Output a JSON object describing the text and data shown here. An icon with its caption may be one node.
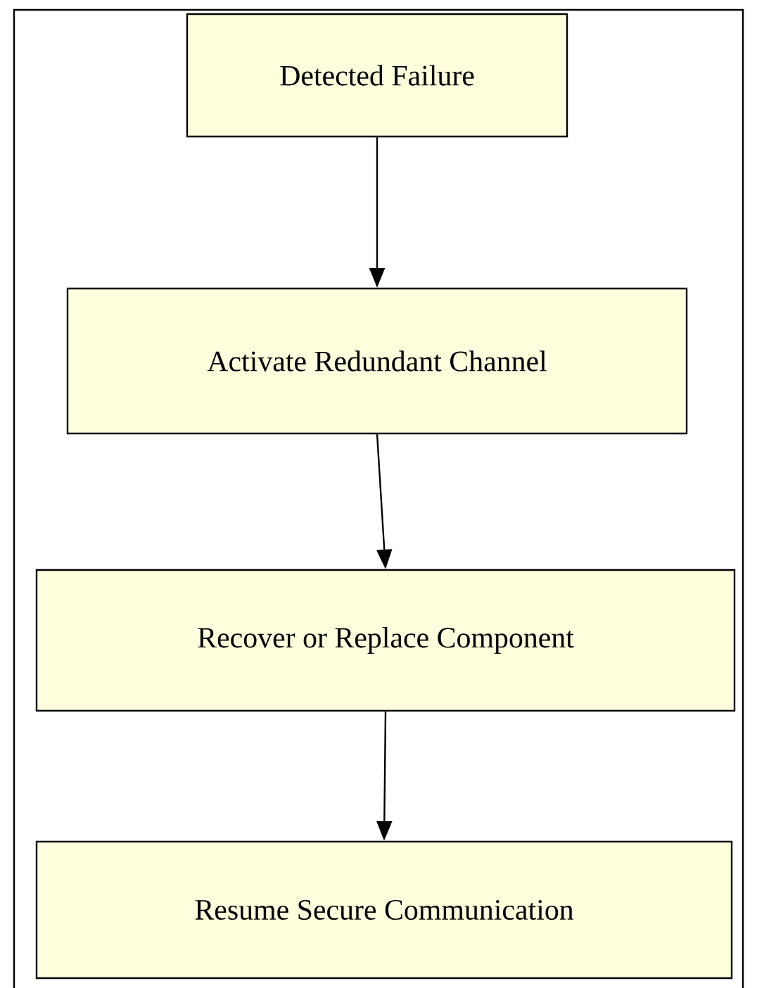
{
  "diagram": {
    "nodes": [
      {
        "text": [
          "Detected Failure"
        ]
      },
      {
        "text": [
          "Activate Redundant Channel"
        ]
      },
      {
        "text": [
          "Recover or Replace Component"
        ]
      },
      {
        "text": [
          "Resume Secure Communication"
        ]
      }
    ],
    "edges": [
      {
        "from": 0,
        "to": 1,
        "arrow": "to"
      },
      {
        "from": 1,
        "to": 2,
        "arrow": "to"
      },
      {
        "from": 2,
        "to": 3,
        "arrow": "to"
      }
    ]
  }
}
